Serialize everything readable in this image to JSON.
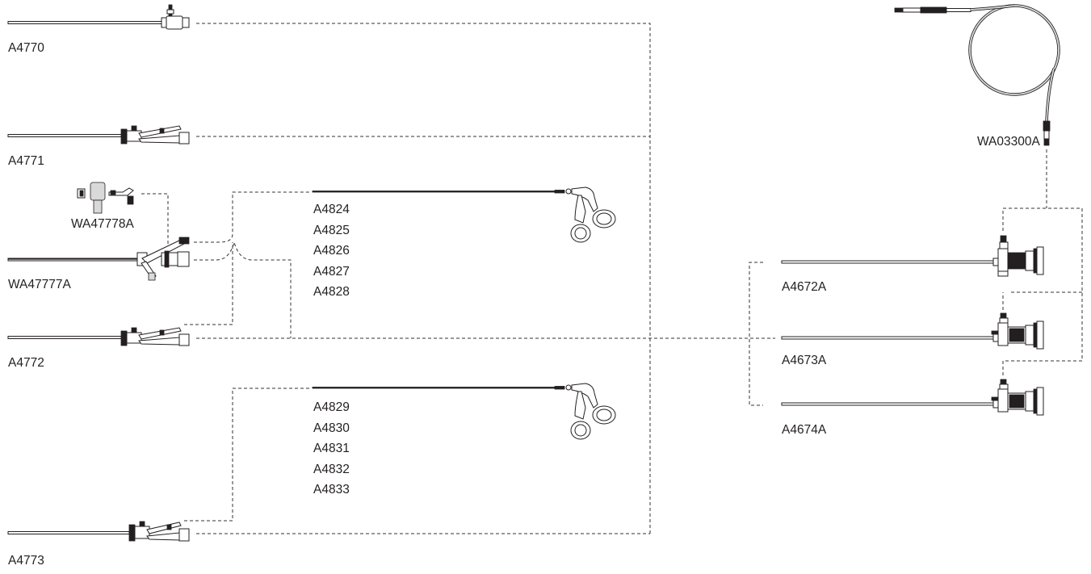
{
  "labels": {
    "sheath_a4770": "A4770",
    "sheath_a4771": "A4771",
    "adapter_wa47778a": "WA47778A",
    "sheath_wa47777a": "WA47777A",
    "sheath_a4772": "A4772",
    "sheath_a4773": "A4773",
    "cable_wa03300a": "WA03300A",
    "scope_a4672a": "A4672A",
    "scope_a4673a": "A4673A",
    "scope_a4674a": "A4674A"
  },
  "forceps_group_1": [
    "A4824",
    "A4825",
    "A4826",
    "A4827",
    "A4828"
  ],
  "forceps_group_2": [
    "A4829",
    "A4830",
    "A4831",
    "A4832",
    "A4833"
  ]
}
